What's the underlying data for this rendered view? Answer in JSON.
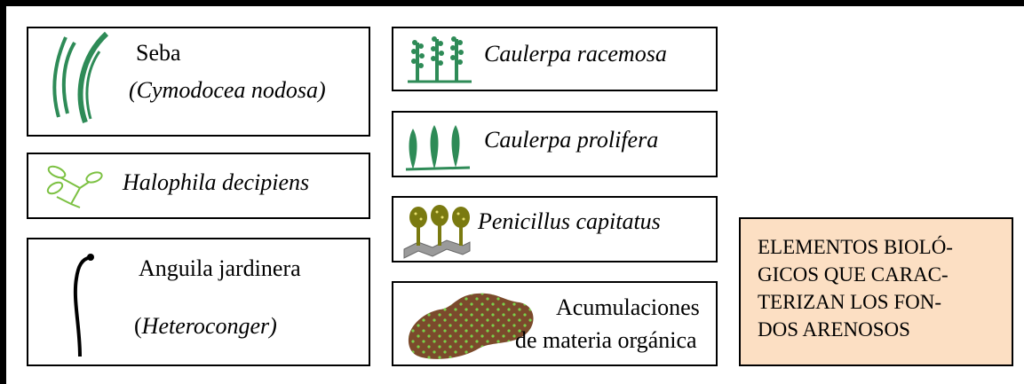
{
  "items": {
    "seba": {
      "name": "Seba",
      "latin": "(Cymodocea nodosa)"
    },
    "halophila": {
      "name": "Halophila decipiens"
    },
    "anguila": {
      "name": "Anguila jardinera",
      "latin_open": "(",
      "latin": "Heteroconger)"
    },
    "caulerpa_racemosa": {
      "name": "Caulerpa racemosa"
    },
    "caulerpa_prolifera": {
      "name": "Caulerpa prolifera"
    },
    "penicillus": {
      "name": "Penicillus capitatus"
    },
    "acumulaciones": {
      "line1": "Acumulaciones",
      "line2": "de materia orgánica"
    }
  },
  "legend": {
    "lines": [
      "ELEMENTOS BIOLÓ-",
      "GICOS QUE CARAC-",
      "TERIZAN LOS FON-",
      "DOS ARENOSOS"
    ],
    "background": "#fcdfc3"
  },
  "icons": [
    "seagrass-icon",
    "halophila-icon",
    "garden-eel-icon",
    "caulerpa-racemosa-icon",
    "caulerpa-prolifera-icon",
    "penicillus-icon",
    "organic-matter-icon"
  ],
  "colors": {
    "seagrass": "#2e8b57",
    "halophila": "#7cc142",
    "penicillus": "#7a7a10",
    "organic_matter": "#7b4a2c",
    "dots": "#7ad04a"
  }
}
